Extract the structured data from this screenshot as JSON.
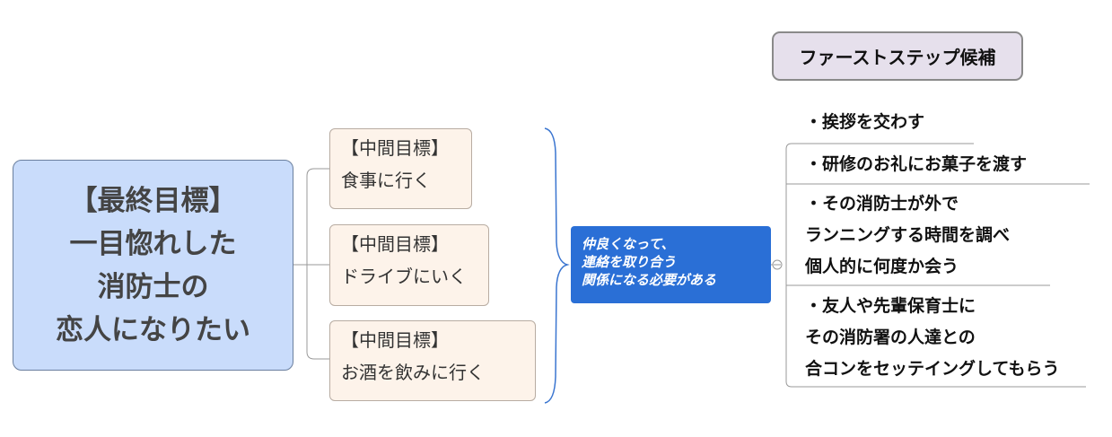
{
  "central": {
    "lines": [
      "【最終目標】",
      "一目惚れした",
      "消防士の",
      "恋人になりたい"
    ]
  },
  "intermediate": [
    {
      "label": "【中間目標】",
      "text": "食事に行く"
    },
    {
      "label": "【中間目標】",
      "text": "ドライブにいく"
    },
    {
      "label": "【中間目標】",
      "text": "お酒を飲みに行く"
    }
  ],
  "summary": {
    "lines": [
      "仲良くなって、",
      "連絡を取り合う",
      "関係になる必要がある"
    ]
  },
  "first_step": {
    "title": "ファーストステップ候補",
    "items": [
      {
        "lines": [
          "・挨拶を交わす"
        ]
      },
      {
        "lines": [
          "・研修のお礼にお菓子を渡す"
        ]
      },
      {
        "lines": [
          "・その消防士が外で",
          "ランニングする時間を調べ",
          "個人的に何度か会う"
        ]
      },
      {
        "lines": [
          "・友人や先輩保育士に",
          "その消防署の人達との",
          "合コンをセッテイングしてもらう"
        ]
      }
    ]
  },
  "colors": {
    "central": "#c9dcfb",
    "intermediate": "#fdf3ea",
    "summary": "#2a6fd6",
    "title": "#e6e0ec",
    "brace": "#3a75d0"
  }
}
